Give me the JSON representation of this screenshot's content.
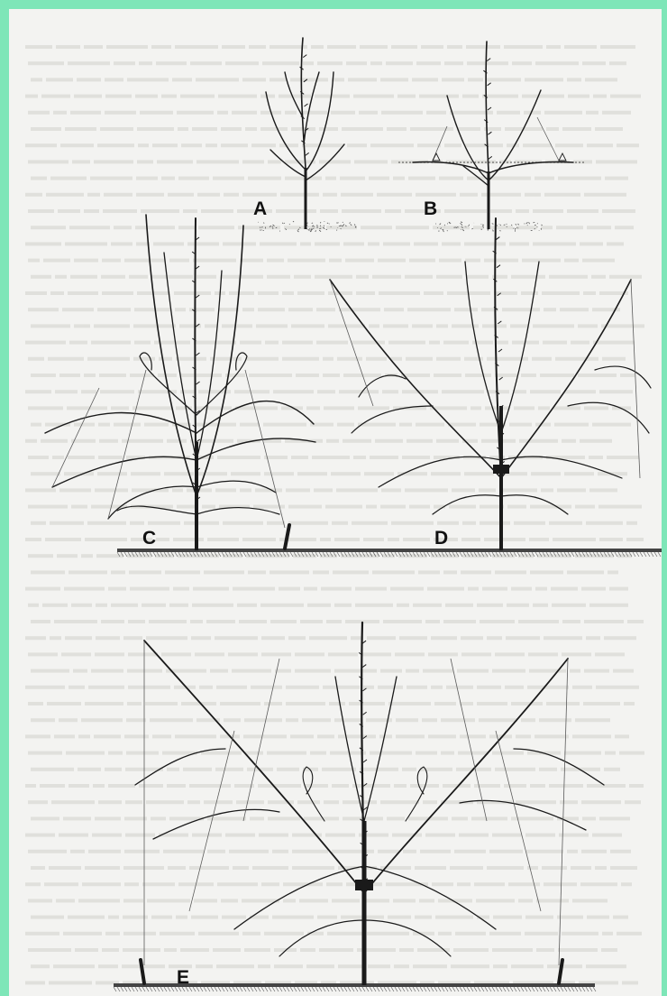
{
  "figure": {
    "labels": {
      "a": "A",
      "b": "B",
      "c": "C",
      "d": "D",
      "e": "E"
    },
    "colors": {
      "ink": "#1a1a1a",
      "string": "#5a5a5a",
      "paper": "#f3f3f1",
      "frame": "#7ee6b8",
      "bleed_text": "#cfcfcb"
    }
  }
}
